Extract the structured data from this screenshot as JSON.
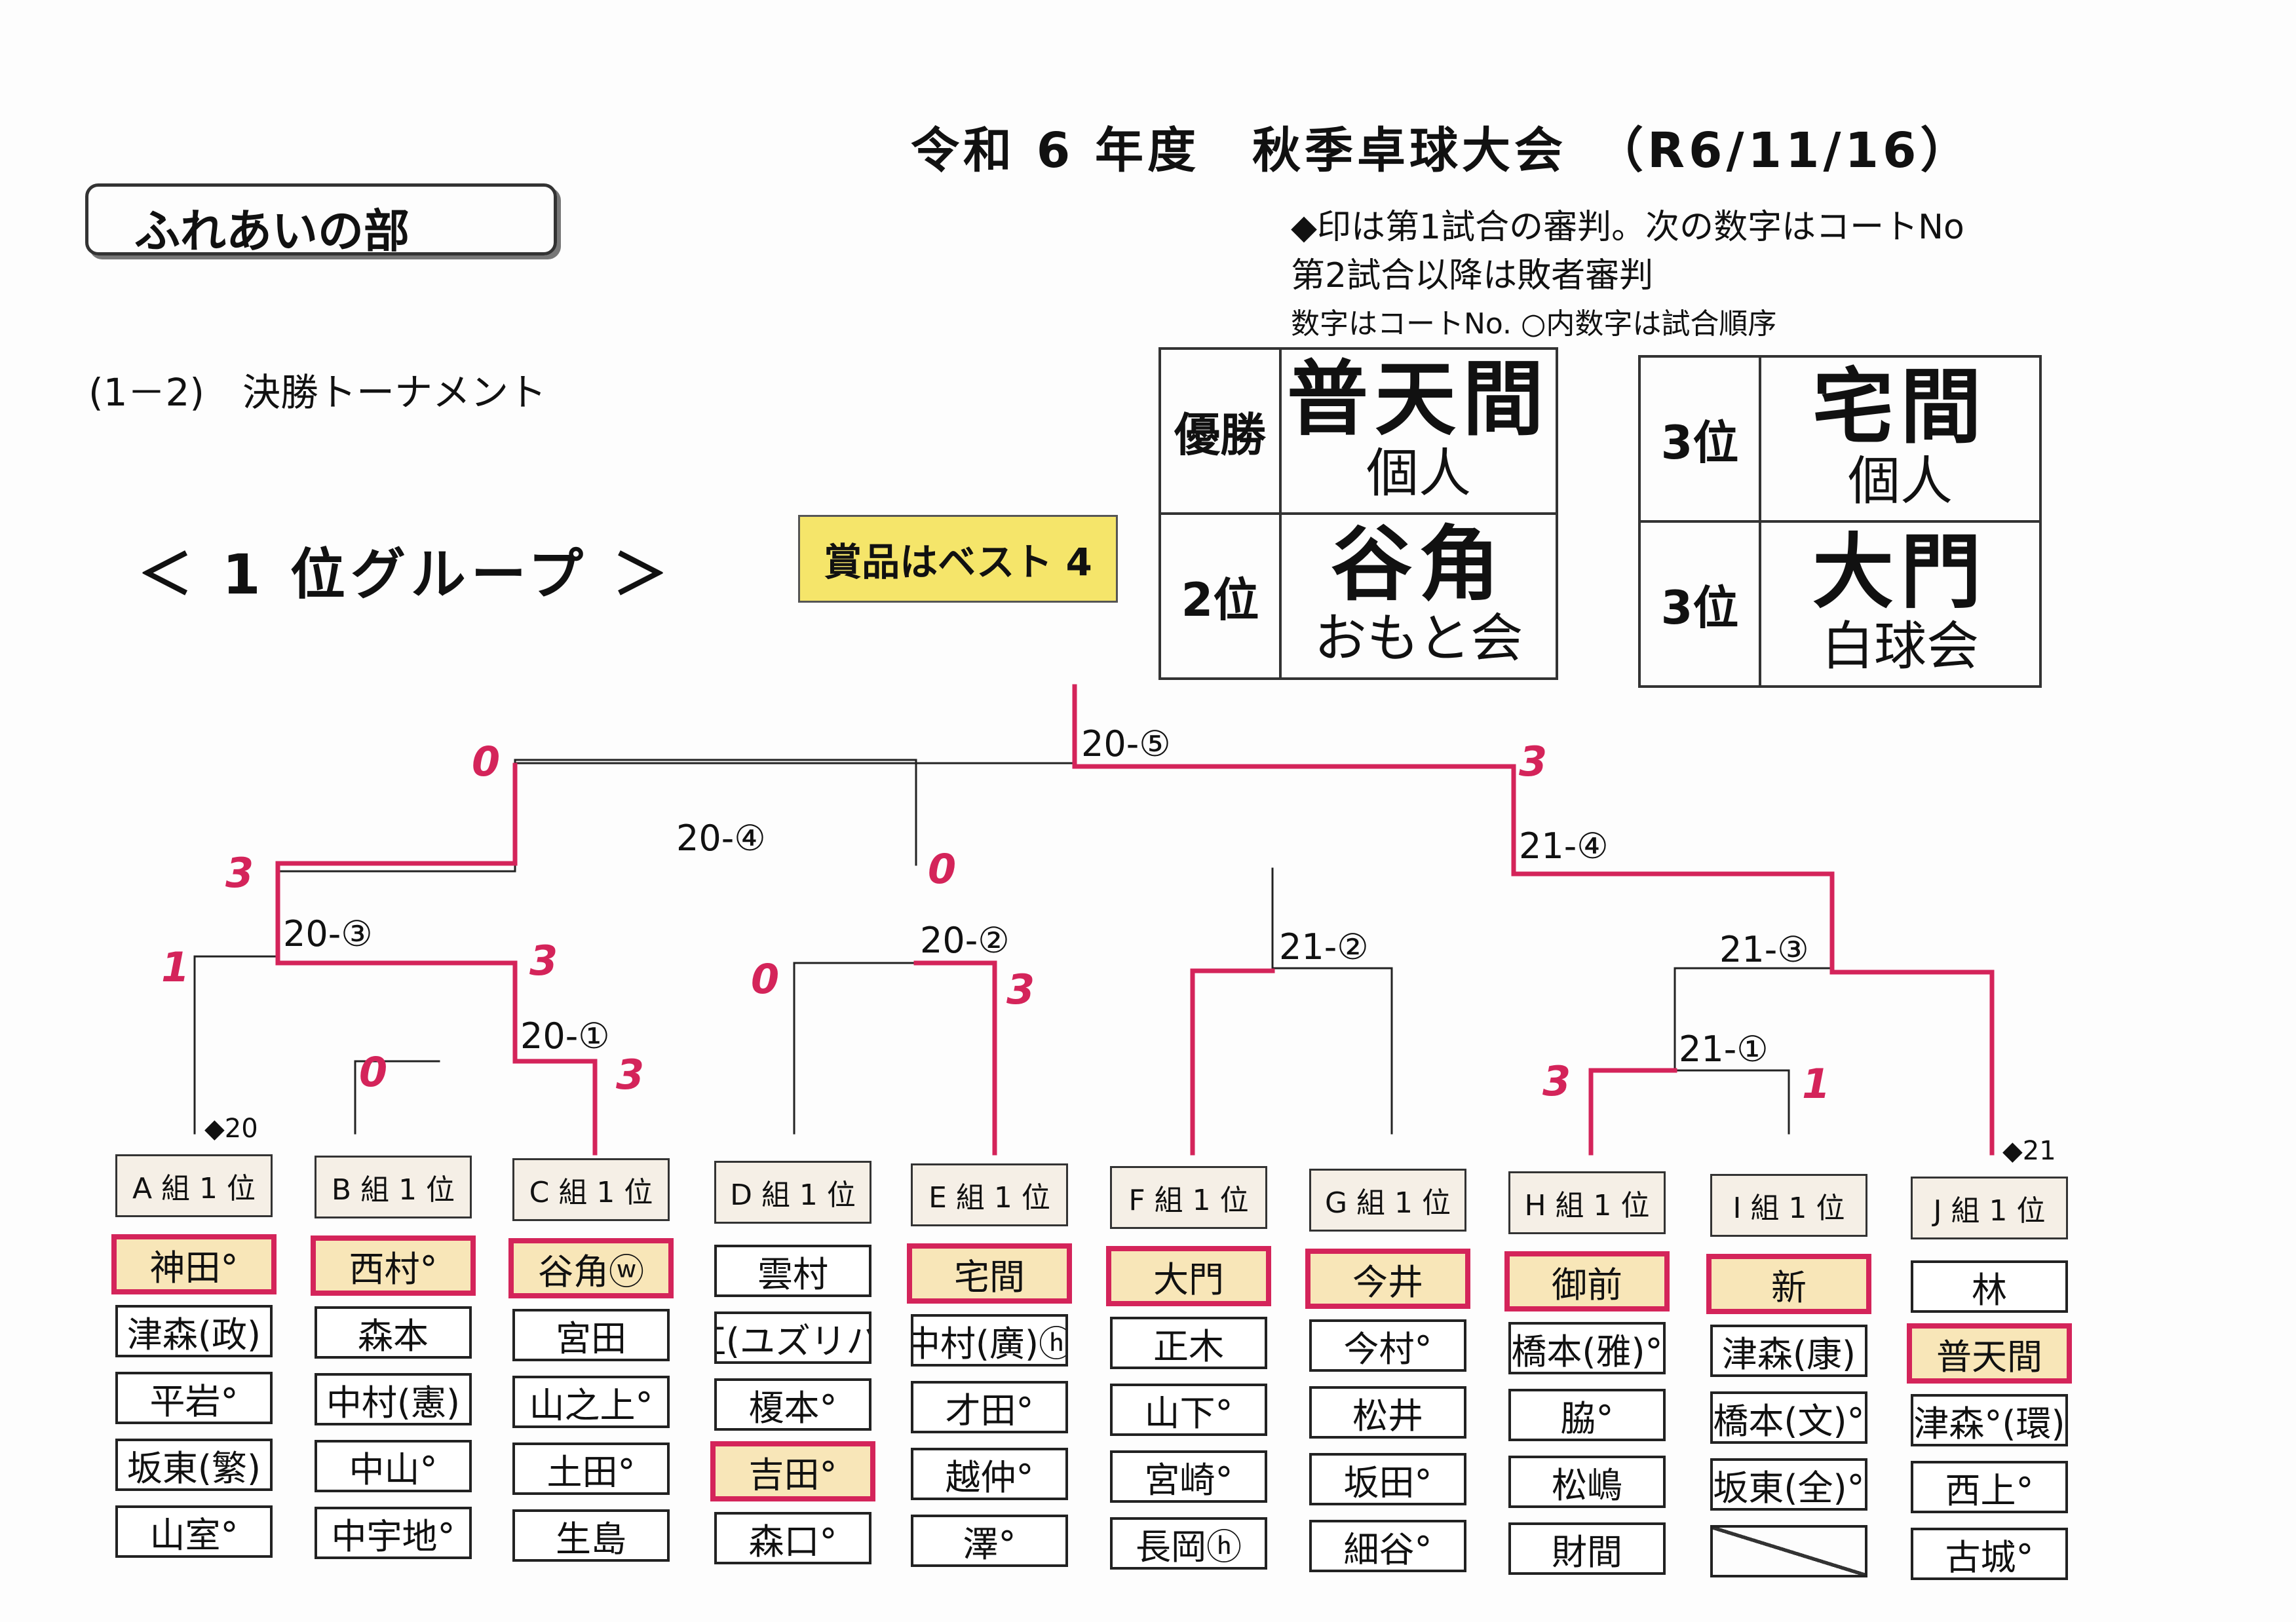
{
  "header": {
    "title": "令和 6 年度　秋季卓球大会　（R6/11/16）",
    "section": "ふれあいの部",
    "stage": "(1－2)　決勝トーナメント",
    "group": "＜ 1 位グループ ＞",
    "prize": "賞品はベスト 4"
  },
  "notes": {
    "line1": "◆印は第1試合の審判。次の数字はコートNo",
    "line2": "第2試合以降は敗者審判",
    "line3": "数字はコートNo. ○内数字は試合順序"
  },
  "results": {
    "left": {
      "r1_rank": "優勝",
      "r1_name": "普天間",
      "r1_sub": "個人",
      "r2_rank": "2位",
      "r2_name": "谷角",
      "r2_sub": "おもと会"
    },
    "right": {
      "r1_rank": "3位",
      "r1_name": "宅間",
      "r1_sub": "個人",
      "r2_rank": "3位",
      "r2_name": "大門",
      "r2_sub": "白球会"
    }
  },
  "match_labels": {
    "final": "20-⑤",
    "l_semi": "20-④",
    "r_semi": "21-④",
    "l_qf1": "20-③",
    "l_qf2": "20-②",
    "l_r1": "20-①",
    "r_qf1": "21-②",
    "r_qf2": "21-③",
    "r_r1": "21-①"
  },
  "scores": {
    "final_l": "0",
    "final_r": "3",
    "semi_l_l": "3",
    "semi_l_r": "0",
    "qf_a": "1",
    "qf_bc": "3",
    "r1_b": "0",
    "r1_c": "3",
    "qf_d": "0",
    "qf_e": "3",
    "r1_h": "3",
    "r1_i": "1"
  },
  "referees": {
    "a": "◆20",
    "j": "◆21"
  },
  "groups": [
    {
      "header": "A 組 1 位",
      "members": [
        "神田°",
        "津森(政)",
        "平岩°",
        "坂東(繁)",
        "山室°"
      ]
    },
    {
      "header": "B 組 1 位",
      "members": [
        "西村°",
        "森本",
        "中村(憲)",
        "中山°",
        "中宇地°"
      ]
    },
    {
      "header": "C 組 1 位",
      "members": [
        "谷角ⓦ",
        "宮田",
        "山之上°",
        "土田°",
        "生島"
      ]
    },
    {
      "header": "D 組 1 位",
      "members": [
        "雲村",
        "杠(ユズリハ)",
        "榎本°",
        "吉田°",
        "森口°"
      ]
    },
    {
      "header": "E 組 1 位",
      "members": [
        "宅間",
        "中村(廣)ⓗ",
        "才田°",
        "越仲°",
        "澤°"
      ]
    },
    {
      "header": "F 組 1 位",
      "members": [
        "大門",
        "正木",
        "山下°",
        "宮崎°",
        "長岡ⓗ"
      ]
    },
    {
      "header": "G 組 1 位",
      "members": [
        "今井",
        "今村°",
        "松井",
        "坂田°",
        "細谷°"
      ]
    },
    {
      "header": "H 組 1 位",
      "members": [
        "御前",
        "橋本(雅)°",
        "脇°",
        "松嶋",
        "財間"
      ]
    },
    {
      "header": "I 組 1 位",
      "members": [
        "新",
        "津森(康)",
        "橋本(文)°",
        "坂東(全)°",
        ""
      ]
    },
    {
      "header": "J 組 1 位",
      "members": [
        "林",
        "普天間",
        "津森°(環)",
        "西上°",
        "古城°"
      ]
    }
  ]
}
